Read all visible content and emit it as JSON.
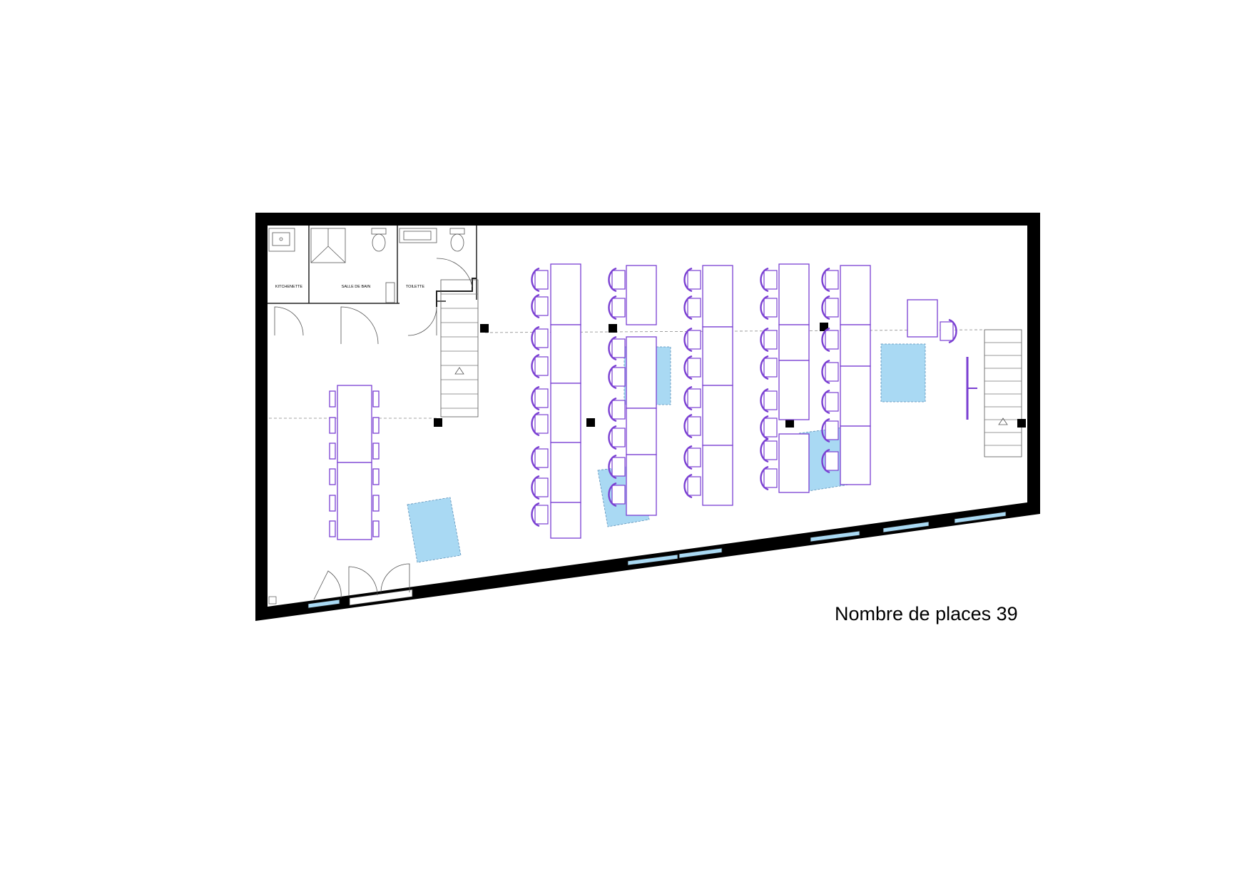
{
  "plan": {
    "rooms": {
      "kitchenette": "KITCHENETTE",
      "bathroom": "SALLE DE BAIN",
      "toilet": "TOILETTE"
    },
    "capacity_text": "Nombre de places 39"
  },
  "colors": {
    "furniture": "#7a3fd2",
    "rug": "#a9d9f3",
    "wall": "#000000"
  }
}
